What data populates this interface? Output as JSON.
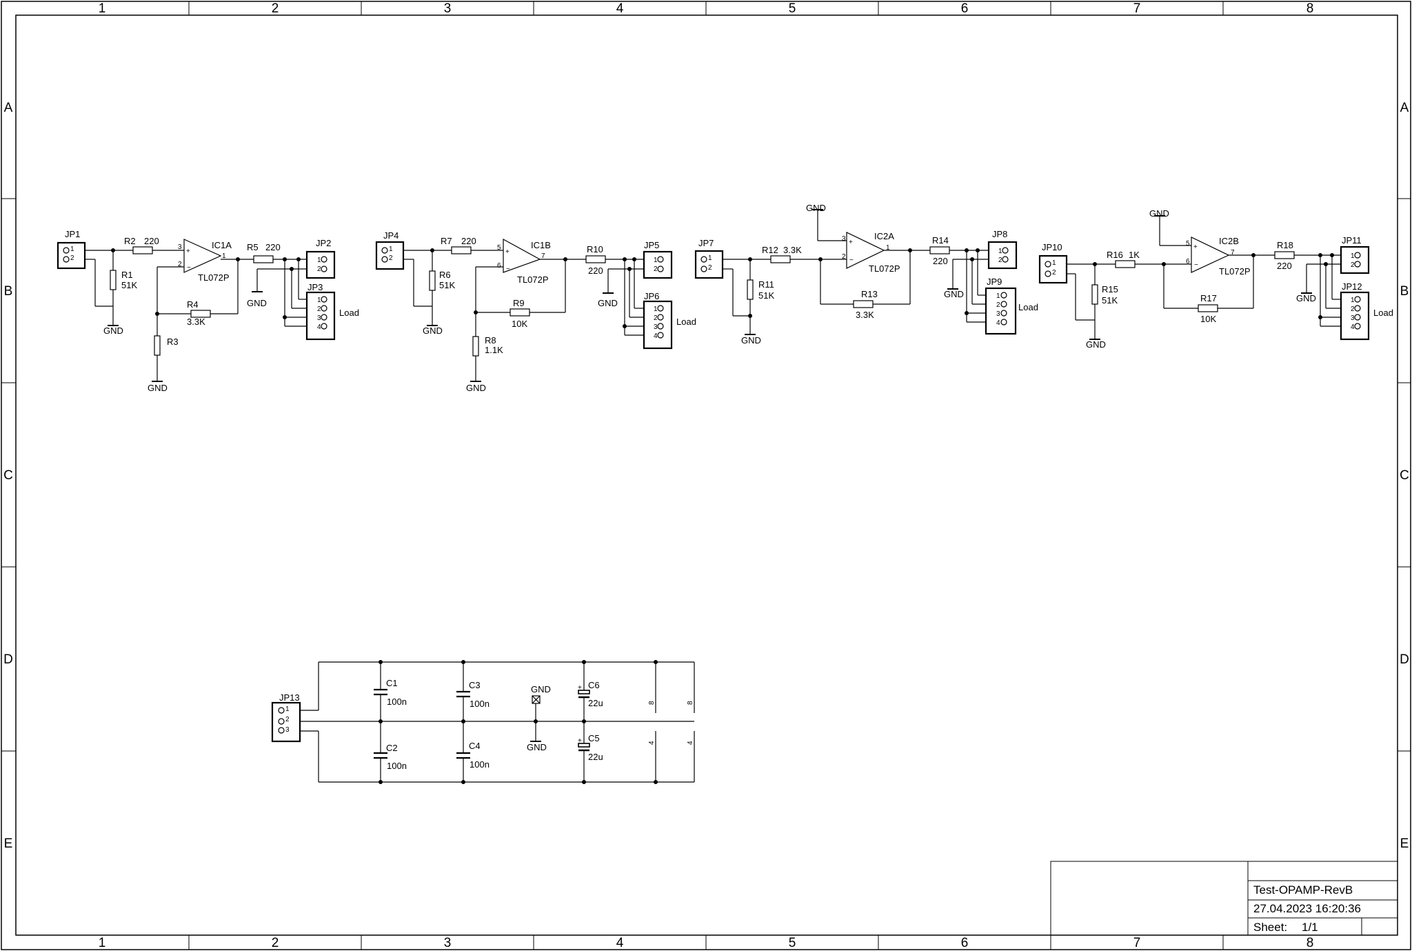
{
  "frame": {
    "columns": [
      "1",
      "2",
      "3",
      "4",
      "5",
      "6",
      "7",
      "8"
    ],
    "rows": [
      "A",
      "B",
      "C",
      "D",
      "E"
    ]
  },
  "title_block": {
    "title": "Test-OPAMP-RevB",
    "date": "27.04.2023 16:20:36",
    "sheet_label": "Sheet:",
    "sheet_value": "1/1"
  },
  "stage1": {
    "jp_in": "JP1",
    "jp_out": "JP2",
    "jp_load": "JP3",
    "load": "Load",
    "r_shunt": {
      "name": "R1",
      "value": "51K"
    },
    "r_in": {
      "name": "R2",
      "value": "220"
    },
    "r_out": {
      "name": "R5",
      "value": "220"
    },
    "r_fb": {
      "name": "R4",
      "value": "3.3K"
    },
    "r_gnd": {
      "name": "R3"
    },
    "opamp": {
      "name": "IC1A",
      "part": "TL072P",
      "pin_plus": "3",
      "pin_minus": "2",
      "pin_out": "1"
    },
    "gnd": "GND"
  },
  "stage2": {
    "jp_in": "JP4",
    "jp_out": "JP5",
    "jp_load": "JP6",
    "load": "Load",
    "r_shunt": {
      "name": "R6",
      "value": "51K"
    },
    "r_in": {
      "name": "R7",
      "value": "220"
    },
    "r_out": {
      "name": "R10",
      "value": "220"
    },
    "r_fb": {
      "name": "R9",
      "value": "10K"
    },
    "r_gnd": {
      "name": "R8",
      "value": "1.1K"
    },
    "opamp": {
      "name": "IC1B",
      "part": "TL072P",
      "pin_plus": "5",
      "pin_minus": "6",
      "pin_out": "7"
    },
    "gnd": "GND"
  },
  "stage3": {
    "jp_in": "JP7",
    "jp_out": "JP8",
    "jp_load": "JP9",
    "load": "Load",
    "r_shunt": {
      "name": "R11",
      "value": "51K"
    },
    "r_in": {
      "name": "R12",
      "value": "3.3K"
    },
    "r_out": {
      "name": "R14",
      "value": "220"
    },
    "r_fb": {
      "name": "R13",
      "value": "3.3K"
    },
    "opamp": {
      "name": "IC2A",
      "part": "TL072P",
      "pin_plus": "3",
      "pin_minus": "2",
      "pin_out": "1"
    },
    "gnd": "GND"
  },
  "stage4": {
    "jp_in": "JP10",
    "jp_out": "JP11",
    "jp_load": "JP12",
    "load": "Load",
    "r_shunt": {
      "name": "R15",
      "value": "51K"
    },
    "r_in": {
      "name": "R16",
      "value": "1K"
    },
    "r_out": {
      "name": "R18",
      "value": "220"
    },
    "r_fb": {
      "name": "R17",
      "value": "10K"
    },
    "opamp": {
      "name": "IC2B",
      "part": "TL072P",
      "pin_plus": "5",
      "pin_minus": "6",
      "pin_out": "7"
    },
    "gnd": "GND"
  },
  "power": {
    "jp": "JP13",
    "c1": {
      "name": "C1",
      "value": "100n"
    },
    "c2": {
      "name": "C2",
      "value": "100n"
    },
    "c3": {
      "name": "C3",
      "value": "100n"
    },
    "c4": {
      "name": "C4",
      "value": "100n"
    },
    "c5": {
      "name": "C5",
      "value": "22u"
    },
    "c6": {
      "name": "C6",
      "value": "22u"
    },
    "gnd": "GND",
    "supply_pin_top": "8",
    "supply_pin_bottom": "4"
  },
  "pins": {
    "p1": "1",
    "p2": "2",
    "p3": "3",
    "p4": "4",
    "plus": "+",
    "minus": "−"
  }
}
